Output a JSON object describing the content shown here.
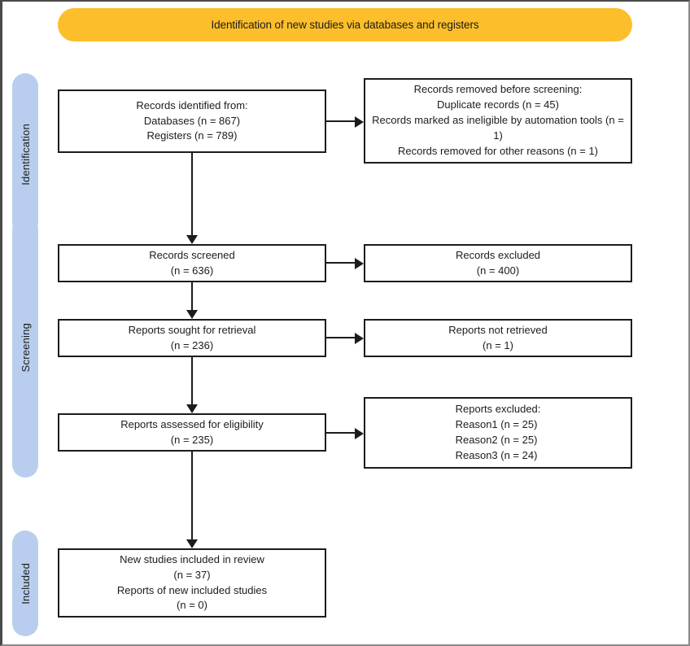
{
  "banner": {
    "title": "Identification of new studies via databases and registers",
    "color": "#FCBF2B"
  },
  "stages": {
    "color": "#B9CEEE",
    "identification": "Identification",
    "screening": "Screening",
    "included": "Included"
  },
  "boxes": {
    "identified": "Records identified from:\nDatabases (n = 867)\nRegisters (n = 789)",
    "removed": "Records removed before screening:\nDuplicate records (n = 45)\nRecords marked as ineligible by automation tools (n = 1)\nRecords removed for other reasons (n = 1)",
    "screened": "Records screened\n(n = 636)",
    "excluded": "Records excluded\n(n = 400)",
    "sought": "Reports sought for retrieval\n(n = 236)",
    "not_retrieved": "Reports not retrieved\n(n = 1)",
    "assessed": "Reports assessed for eligibility\n(n = 235)",
    "reports_excluded": "Reports excluded:\nReason1 (n = 25)\nReason2 (n = 25)\nReason3 (n = 24)",
    "new_included": "New studies included in review\n(n = 37)\nReports of new included studies\n(n = 0)"
  },
  "chart_data": {
    "type": "diagram",
    "title": "Identification of new studies via databases and registers",
    "diagram_kind": "PRISMA 2020 flow diagram",
    "stages": [
      "Identification",
      "Screening",
      "Included"
    ],
    "nodes": [
      {
        "id": "identified",
        "stage": "Identification",
        "column": "left",
        "label": "Records identified from:",
        "items": [
          {
            "name": "Databases",
            "n": 867
          },
          {
            "name": "Registers",
            "n": 789
          }
        ]
      },
      {
        "id": "removed",
        "stage": "Identification",
        "column": "right",
        "label": "Records removed before screening:",
        "items": [
          {
            "name": "Duplicate records",
            "n": 45
          },
          {
            "name": "Records marked as ineligible by automation tools",
            "n": 1
          },
          {
            "name": "Records removed for other reasons",
            "n": 1
          }
        ]
      },
      {
        "id": "screened",
        "stage": "Screening",
        "column": "left",
        "label": "Records screened",
        "n": 636
      },
      {
        "id": "excluded",
        "stage": "Screening",
        "column": "right",
        "label": "Records excluded",
        "n": 400
      },
      {
        "id": "sought",
        "stage": "Screening",
        "column": "left",
        "label": "Reports sought for retrieval",
        "n": 236
      },
      {
        "id": "not_retrieved",
        "stage": "Screening",
        "column": "right",
        "label": "Reports not retrieved",
        "n": 1
      },
      {
        "id": "assessed",
        "stage": "Screening",
        "column": "left",
        "label": "Reports assessed for eligibility",
        "n": 235
      },
      {
        "id": "reports_excluded",
        "stage": "Screening",
        "column": "right",
        "label": "Reports excluded:",
        "items": [
          {
            "name": "Reason1",
            "n": 25
          },
          {
            "name": "Reason2",
            "n": 25
          },
          {
            "name": "Reason3",
            "n": 24
          }
        ]
      },
      {
        "id": "new_included",
        "stage": "Included",
        "column": "left",
        "label": "New studies included in review",
        "n": 37,
        "items": [
          {
            "name": "Reports of new included studies",
            "n": 0
          }
        ]
      }
    ],
    "edges": [
      {
        "from": "identified",
        "to": "removed",
        "direction": "right"
      },
      {
        "from": "identified",
        "to": "screened",
        "direction": "down"
      },
      {
        "from": "screened",
        "to": "excluded",
        "direction": "right"
      },
      {
        "from": "screened",
        "to": "sought",
        "direction": "down"
      },
      {
        "from": "sought",
        "to": "not_retrieved",
        "direction": "right"
      },
      {
        "from": "sought",
        "to": "assessed",
        "direction": "down"
      },
      {
        "from": "assessed",
        "to": "reports_excluded",
        "direction": "right"
      },
      {
        "from": "assessed",
        "to": "new_included",
        "direction": "down"
      }
    ]
  }
}
